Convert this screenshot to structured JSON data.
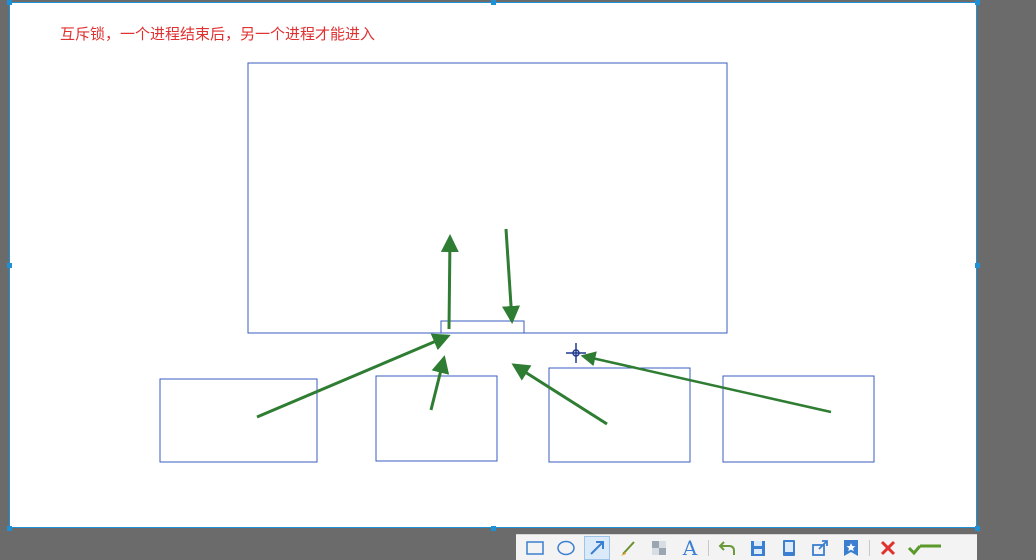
{
  "annotation": {
    "text": "互斥锁，一个进程结束后，另一个进程才能进入",
    "color": "#e03131"
  },
  "colors": {
    "selection_border": "#1e90d6",
    "box_stroke": "#3a5bbf",
    "arrow": "#2e7d32",
    "toolbar_icon": "#3b7fd0"
  },
  "toolbar": {
    "tools": [
      {
        "name": "rectangle-tool",
        "icon": "rectangle-icon"
      },
      {
        "name": "ellipse-tool",
        "icon": "ellipse-icon"
      },
      {
        "name": "arrow-tool",
        "icon": "arrow-icon",
        "active": true
      },
      {
        "name": "brush-tool",
        "icon": "brush-icon"
      },
      {
        "name": "mosaic-tool",
        "icon": "mosaic-icon"
      },
      {
        "name": "text-tool",
        "icon": "text-icon",
        "glyph": "A"
      },
      {
        "name": "undo-button",
        "icon": "undo-icon"
      },
      {
        "name": "save-button",
        "icon": "save-icon"
      },
      {
        "name": "pin-button",
        "icon": "pin-icon"
      },
      {
        "name": "share-button",
        "icon": "share-icon"
      },
      {
        "name": "favorite-button",
        "icon": "bookmark-star-icon"
      },
      {
        "name": "cancel-button",
        "icon": "close-icon"
      },
      {
        "name": "confirm-button",
        "icon": "check-icon"
      }
    ]
  }
}
